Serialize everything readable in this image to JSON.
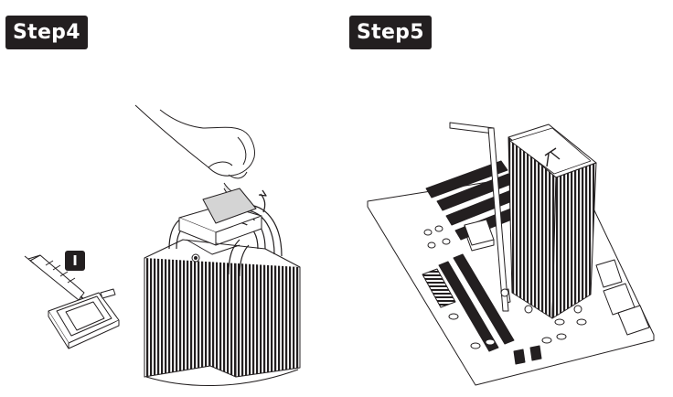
{
  "steps": [
    {
      "label": "Step4"
    },
    {
      "label": "Step5"
    }
  ],
  "step4_marker": "I",
  "colors": {
    "badge": "#231f20",
    "line": "#231f20",
    "fill": "#ffffff"
  }
}
